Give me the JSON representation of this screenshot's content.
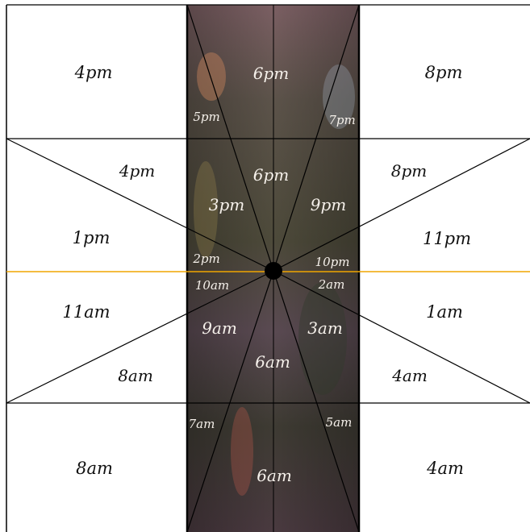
{
  "colors": {
    "background": "#ffffff",
    "line": "#000000",
    "horizon": "#f0a500",
    "photo_top": "#7b5f63",
    "photo_mid": "#4d4a3a",
    "photo_bottom": "#4a3a40"
  },
  "labels": {
    "top_left": "4pm",
    "top_right": "8pm",
    "top_center": "6pm",
    "upper_left_small": "5pm",
    "upper_right_small": "7pm",
    "upper_center": "6pm",
    "left_upper": "4pm",
    "right_upper": "8pm",
    "center_left_upper": "3pm",
    "center_right_upper": "9pm",
    "left_mid": "1pm",
    "right_mid": "11pm",
    "near_left_above": "2pm",
    "near_right_above": "10pm",
    "near_left_below": "10am",
    "near_right_below": "2am",
    "left_lower_mid": "11am",
    "right_lower_mid": "1am",
    "center_left_lower": "9am",
    "center_right_lower": "3am",
    "lower_center": "6am",
    "left_lower": "8am",
    "right_lower": "4am",
    "lower_left_small": "7am",
    "lower_right_small": "5am",
    "bottom_left": "8am",
    "bottom_right": "4am",
    "bottom_center": "6am"
  }
}
